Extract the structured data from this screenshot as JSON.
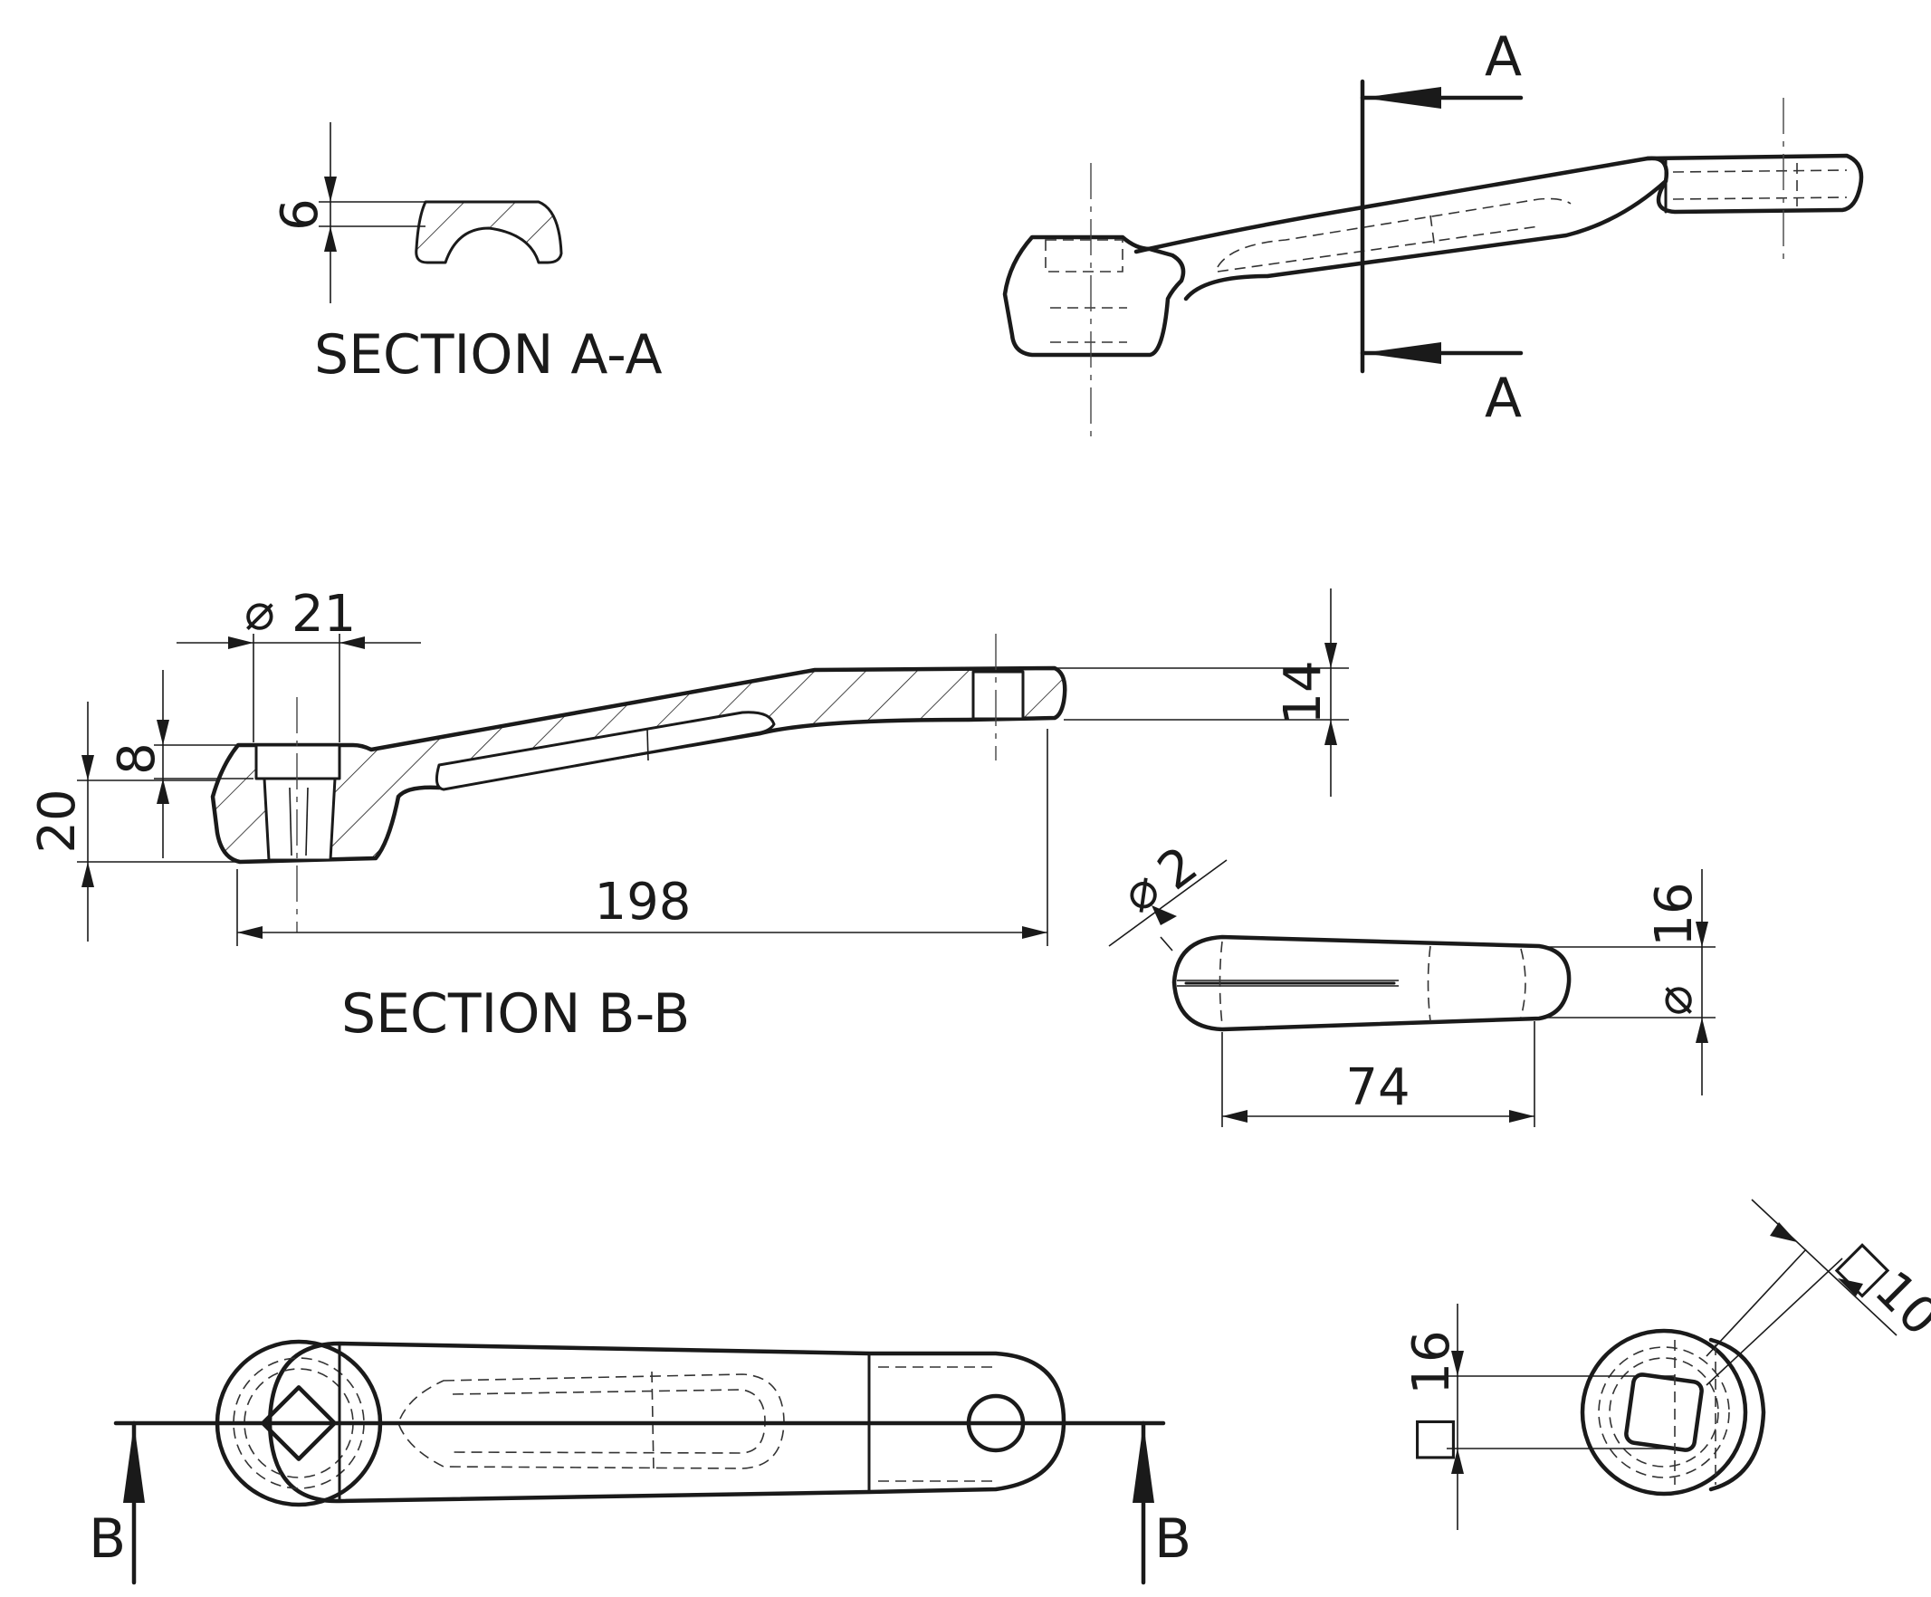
{
  "section_a_title": "SECTION A-A",
  "section_b_title": "SECTION B-B",
  "section_a_marker": "A",
  "section_b_marker": "B",
  "dimensions": {
    "section_a_thickness": "6",
    "bore_diameter": "21",
    "boss_counterbore_depth": "8",
    "boss_height": "20",
    "overall_length": "198",
    "tip_thickness": "14",
    "groove_diameter": "2",
    "grip_diameter": "16",
    "grip_length": "74",
    "square_hole": "16",
    "square_pin": "10"
  },
  "symbols": {
    "diameter": "⌀",
    "square": "□"
  }
}
